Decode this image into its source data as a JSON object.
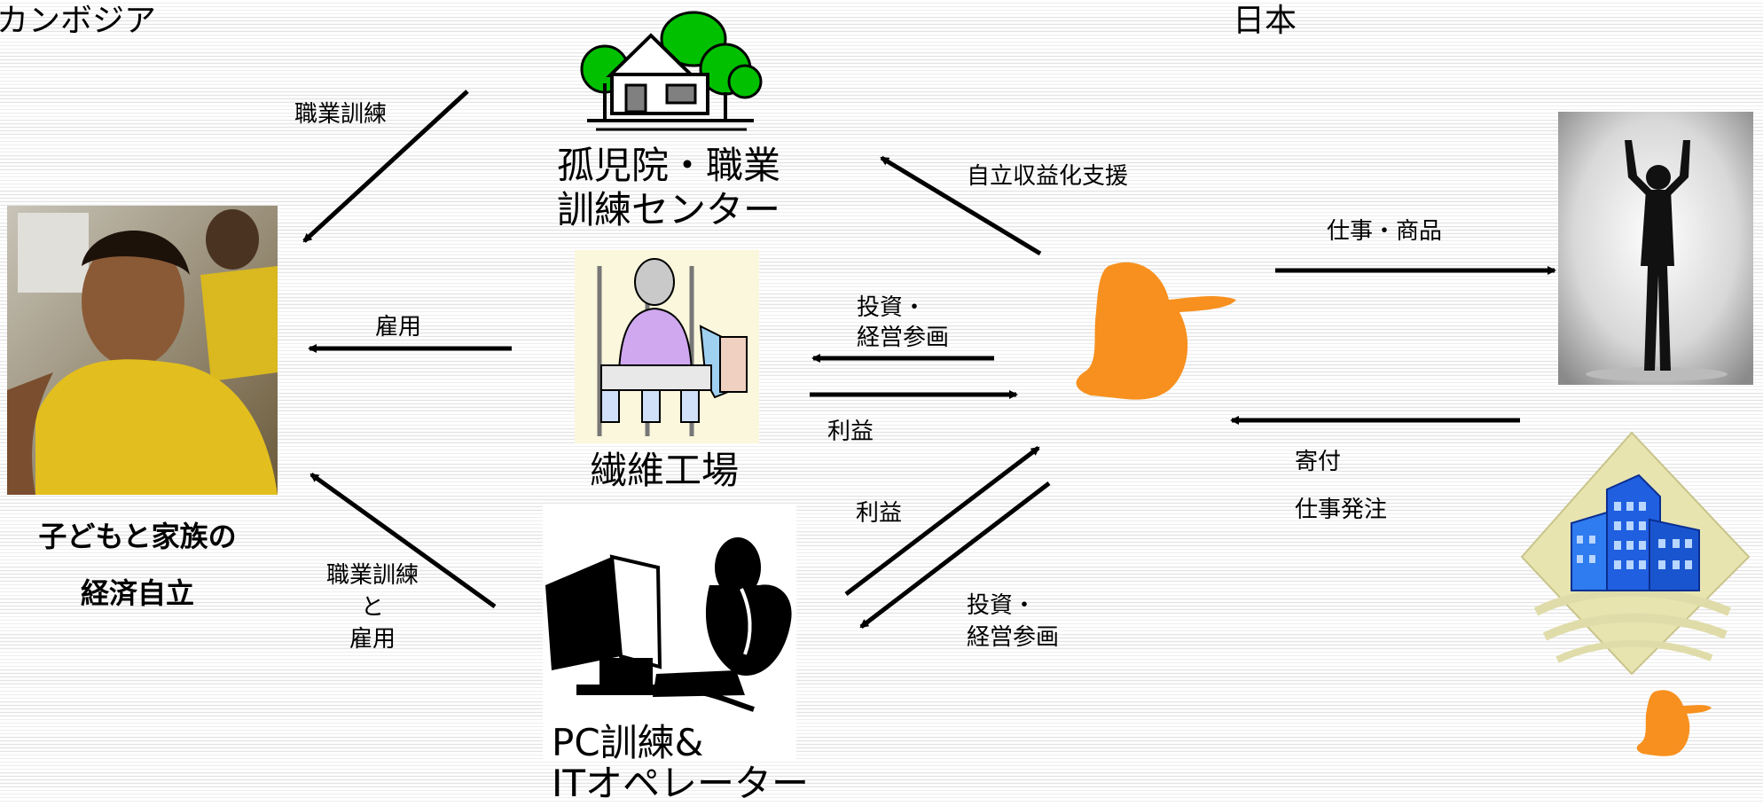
{
  "regions": {
    "cambodia": "カンボジア",
    "japan": "日本"
  },
  "nodes": {
    "orphanage_line1": "孤児院・職業",
    "orphanage_line2": "訓練センター",
    "factory": "繊維工場",
    "pc_line1": "PC訓練&",
    "pc_line2": "ITオペレーター",
    "family_line1": "子どもと家族の",
    "family_line2": "経済自立"
  },
  "edges": {
    "vocational_training": "職業訓練",
    "employment": "雇用",
    "training_and_employment_l1": "職業訓練",
    "training_and_employment_l2": "と",
    "training_and_employment_l3": "雇用",
    "self_support": "自立収益化支援",
    "invest_factory_l1": "投資・",
    "invest_factory_l2": "経営参画",
    "profit_factory": "利益",
    "profit_pc": "利益",
    "invest_pc_l1": "投資・",
    "invest_pc_l2": "経営参画",
    "work_products": "仕事・商品",
    "donation": "寄付",
    "work_orders": "仕事発注"
  },
  "colors": {
    "brand_orange": "#f7901e",
    "tree_green": "#00c000",
    "building_blue": "#1f5fe0"
  }
}
